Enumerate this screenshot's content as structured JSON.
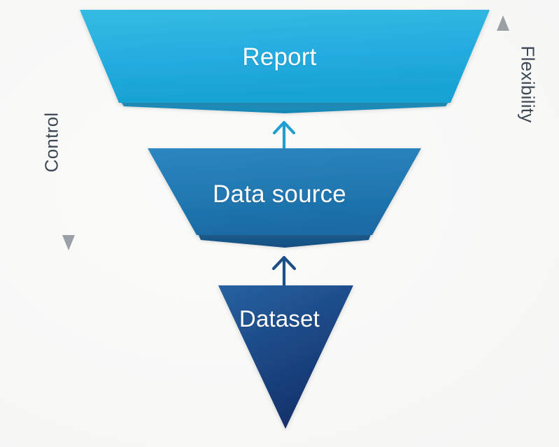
{
  "diagram": {
    "title": "Report / Data source / Dataset funnel",
    "background_color": "#f7f7f6",
    "levels": [
      {
        "id": "report",
        "label": "Report",
        "shape": "trapezoid-funnel",
        "order": 1,
        "fill_top": "#2fb8e0",
        "fill_bottom": "#17a0cf",
        "rim_color": "#1b8cba",
        "text_color": "#ffffff"
      },
      {
        "id": "data-source",
        "label": "Data source",
        "shape": "trapezoid-funnel",
        "order": 2,
        "fill_top": "#2a82bd",
        "fill_bottom": "#1a6ba6",
        "rim_color": "#14568a",
        "text_color": "#ffffff"
      },
      {
        "id": "dataset",
        "label": "Dataset",
        "shape": "inverted-triangle",
        "order": 3,
        "fill_top": "#235b9b",
        "fill_bottom": "#15356e",
        "text_color": "#ffffff"
      }
    ],
    "connectors": [
      {
        "id": "dataset-to-data-source",
        "direction": "up",
        "from": "Dataset",
        "to": "Data source",
        "color": "#1b4f86"
      },
      {
        "id": "data-source-to-report",
        "direction": "up",
        "from": "Data source",
        "to": "Report",
        "color": "#1f9fd0"
      }
    ],
    "axes": [
      {
        "id": "control-axis",
        "label": "Control",
        "direction": "down",
        "side": "left",
        "arrow_color": "#9aa0a6",
        "text_color": "#3b4754"
      },
      {
        "id": "flexibility-axis",
        "label": "Flexibility",
        "direction": "up",
        "side": "right",
        "arrow_color": "#9aa0a6",
        "text_color": "#3b4754"
      }
    ]
  }
}
